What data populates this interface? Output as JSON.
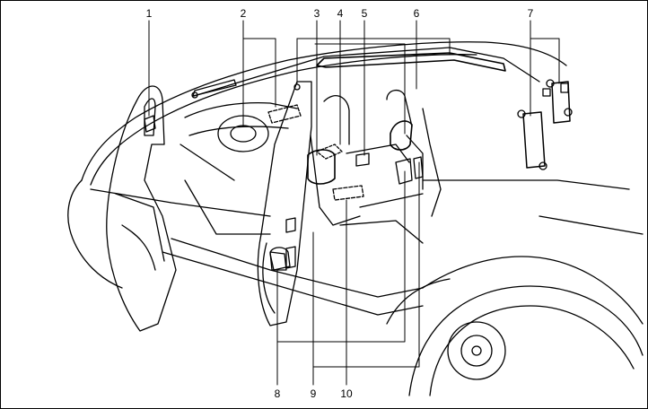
{
  "diagram": {
    "callouts": [
      {
        "id": "1",
        "label": "1"
      },
      {
        "id": "2",
        "label": "2"
      },
      {
        "id": "3",
        "label": "3"
      },
      {
        "id": "4",
        "label": "4"
      },
      {
        "id": "5",
        "label": "5"
      },
      {
        "id": "6",
        "label": "6"
      },
      {
        "id": "7",
        "label": "7"
      },
      {
        "id": "8",
        "label": "8"
      },
      {
        "id": "9",
        "label": "9"
      },
      {
        "id": "10",
        "label": "10"
      }
    ]
  }
}
